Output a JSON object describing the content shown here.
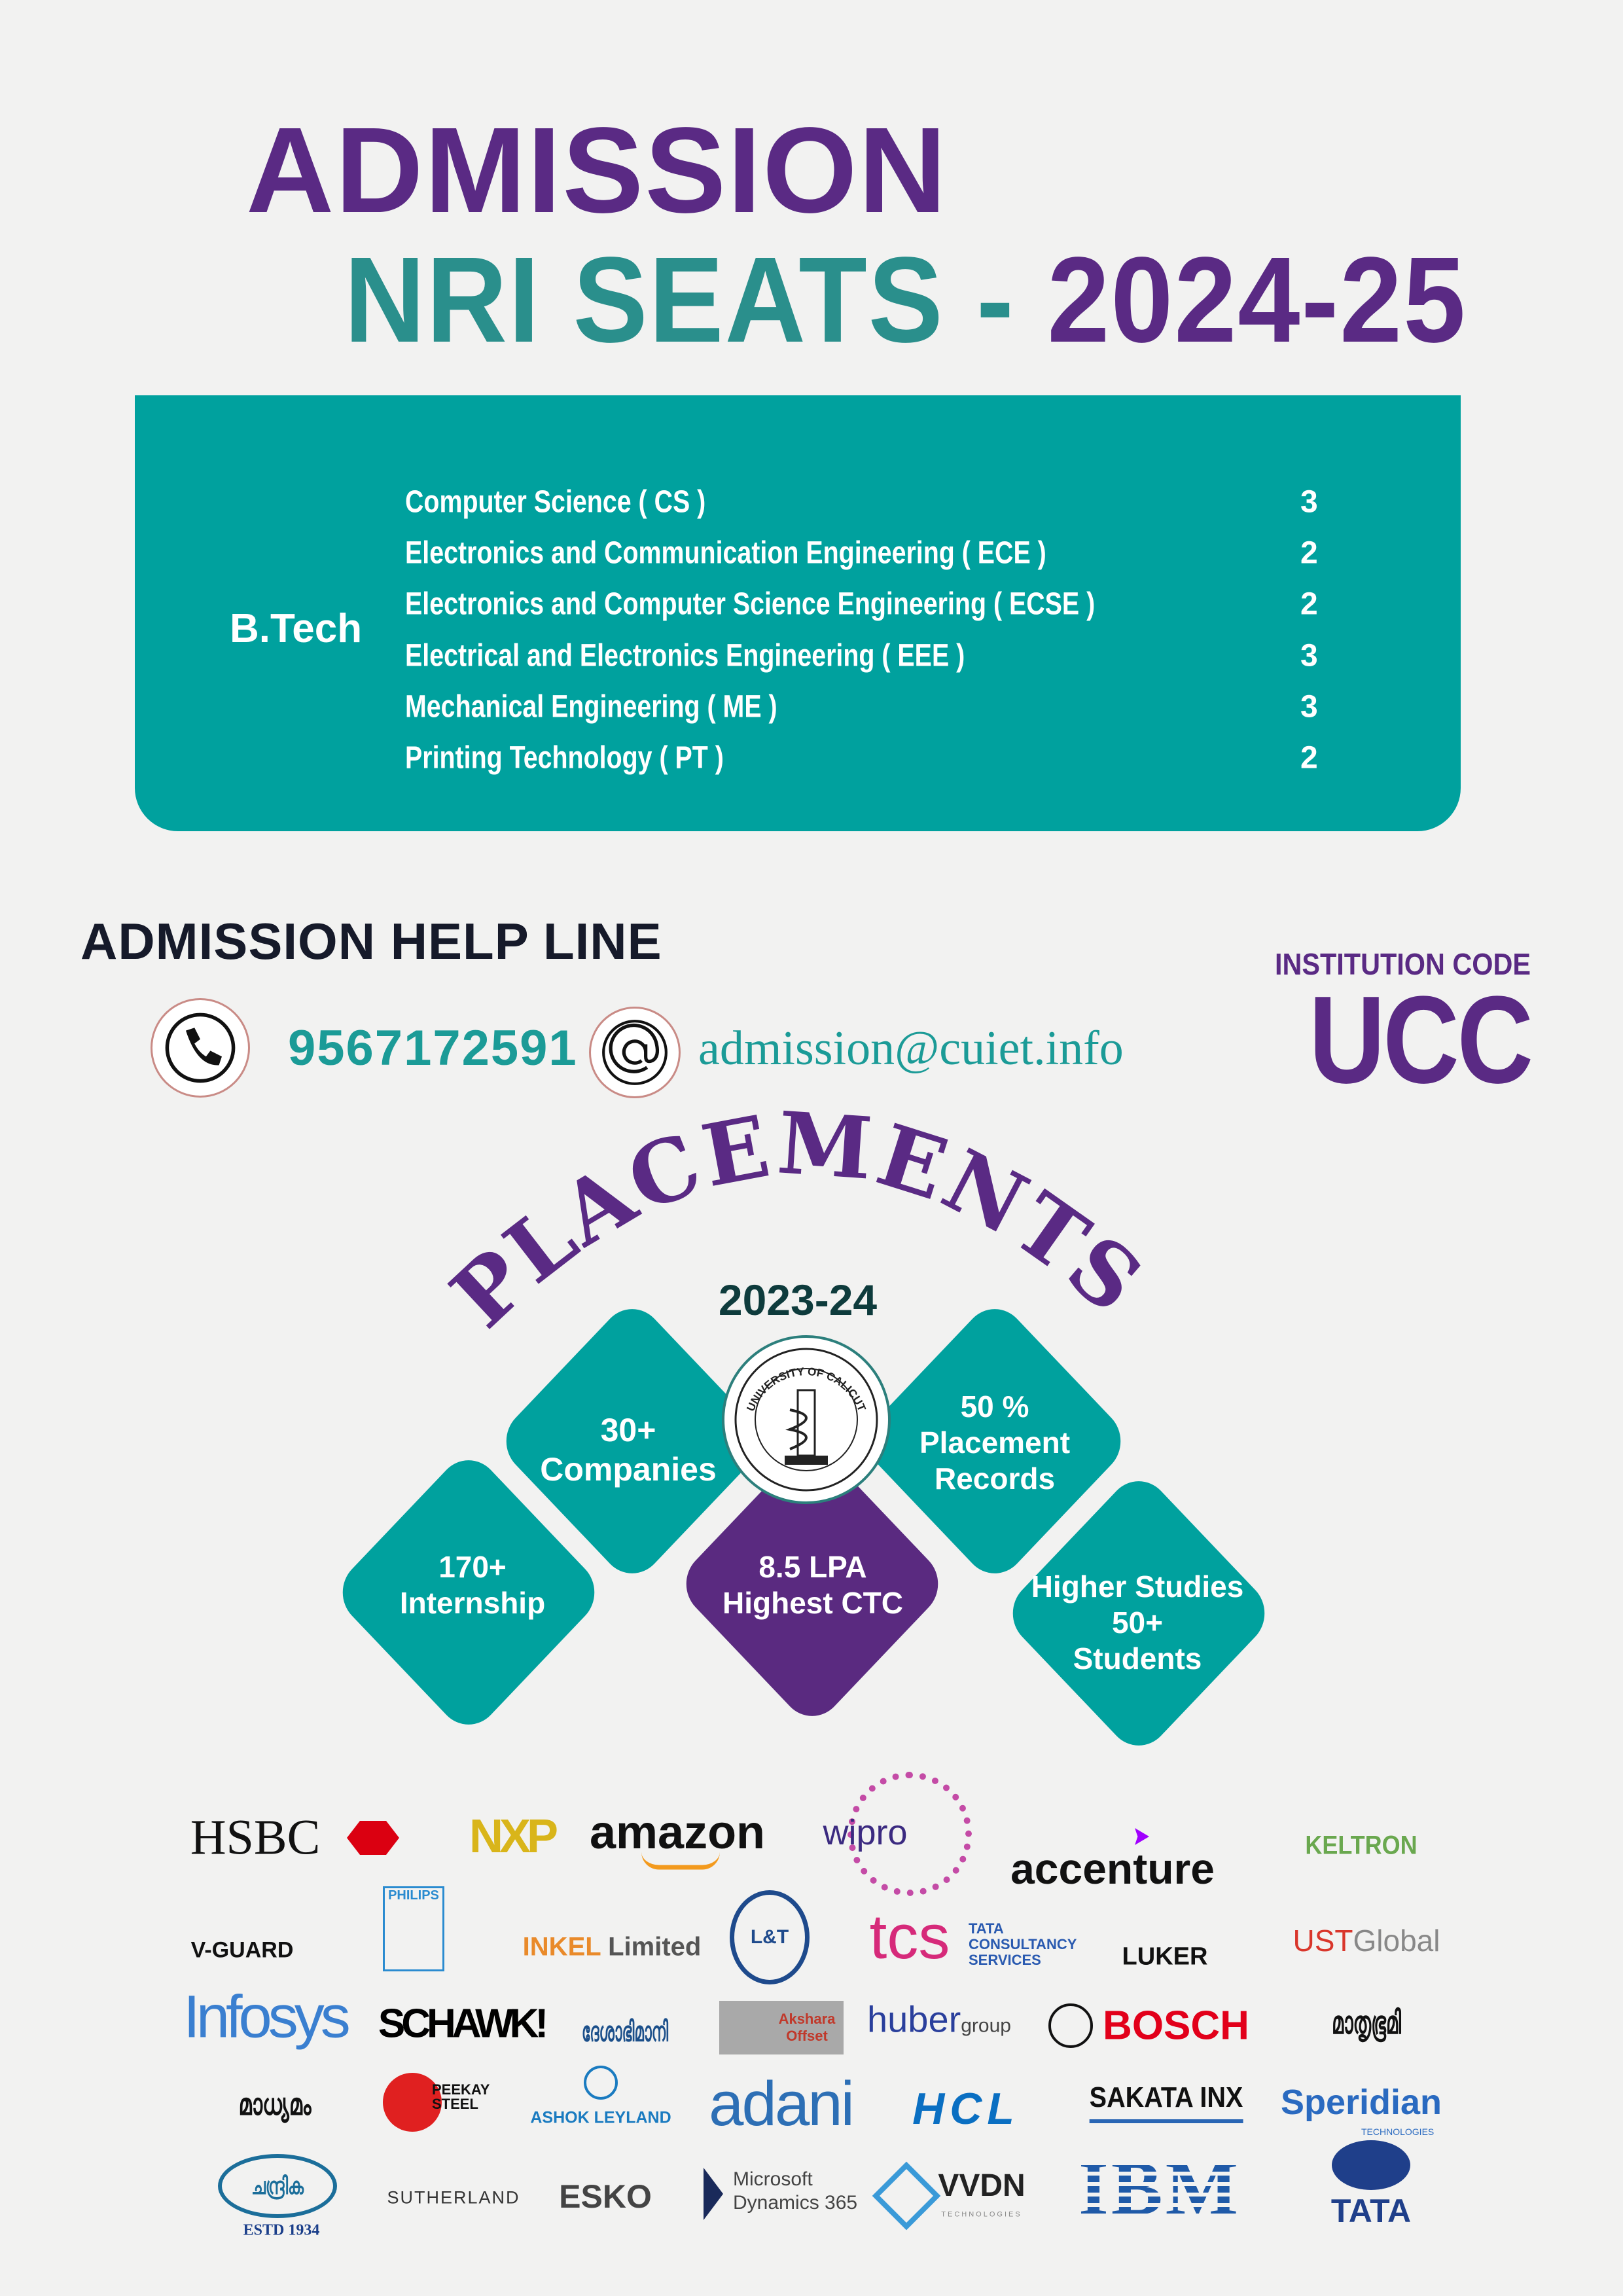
{
  "header": {
    "line1": "ADMISSION",
    "line2_teal": "NRI SEATS",
    "line2_dash": "-",
    "line2_year": "2024-25"
  },
  "programs": {
    "degree": "B.Tech",
    "rows": [
      {
        "name": "Computer Science ( CS )",
        "seats": "3"
      },
      {
        "name": "Electronics and Communication Engineering ( ECE )",
        "seats": "2"
      },
      {
        "name": "Electronics and Computer Science  Engineering ( ECSE )",
        "seats": "2"
      },
      {
        "name": "Electrical and Electronics Engineering ( EEE )",
        "seats": "3"
      },
      {
        "name": "Mechanical Engineering ( ME )",
        "seats": "3"
      },
      {
        "name": "Printing Technology ( PT )",
        "seats": "2"
      }
    ]
  },
  "helpline": {
    "title": "ADMISSION HELP LINE",
    "phone_icon": "phone-icon",
    "phone": "9567172591",
    "email_icon": "at-icon",
    "email": "admission@cuiet.info"
  },
  "institution": {
    "label": "INSTITUTION CODE",
    "code": "UCC"
  },
  "placements": {
    "title": "PLACEMENTS",
    "year": "2023-24",
    "seal_text": "UNIVERSITY OF CALICUT",
    "stats": {
      "companies": [
        "30+",
        "Companies"
      ],
      "internship": [
        "170+",
        "Internship"
      ],
      "ctc": [
        "8.5 LPA",
        "Highest CTC"
      ],
      "placement": [
        "50 %",
        "Placement",
        "Records"
      ],
      "higher": [
        "Higher Studies",
        "50+",
        "Students"
      ]
    }
  },
  "colors": {
    "purple": "#5a2a84",
    "teal": "#00a19e",
    "dark": "#161a2a"
  },
  "logos": {
    "hsbc": "HSBC",
    "nxp": "NXP",
    "amazon": "amazon",
    "wipro": "wipro",
    "accenture": "accenture",
    "keltron": "KELTRON",
    "vguard": "V-GUARD",
    "philips": "PHILIPS",
    "inkel": "INKEL",
    "inkel2": "Limited",
    "lt": "L&T",
    "tcs": "tcs",
    "tcs_sub": "TATA CONSULTANCY SERVICES",
    "luker": "LUKER",
    "ust": "UST",
    "ust2": "Global",
    "infosys": "Infosys",
    "schawk": "SCHAWK!",
    "deshabhimani": "ദേശാഭിമാനി",
    "akshara": "Akshara Offset",
    "huber": "huber",
    "huber2": "group",
    "bosch": "BOSCH",
    "mathrubhumi": "മാതൃഭൂമി",
    "madhyamam": "മാധ്യമം",
    "peekay": "PEEKAY STEEL",
    "ashok": "ASHOK LEYLAND",
    "adani": "adani",
    "hcl": "HCL",
    "sakata": "SAKATA INX",
    "speridian": "Speridian",
    "speridian2": "TECHNOLOGIES",
    "chandrika": "ചന്ദ്രിക",
    "chandrika2": "ESTD 1934",
    "sutherland": "SUTHERLAND",
    "esko": "ESKO",
    "microsoft": "Microsoft",
    "microsoft2": "Dynamics 365",
    "vvdn": "VVDN",
    "vvdn2": "TECHNOLOGIES",
    "ibm": "IBM",
    "tata": "TATA"
  }
}
